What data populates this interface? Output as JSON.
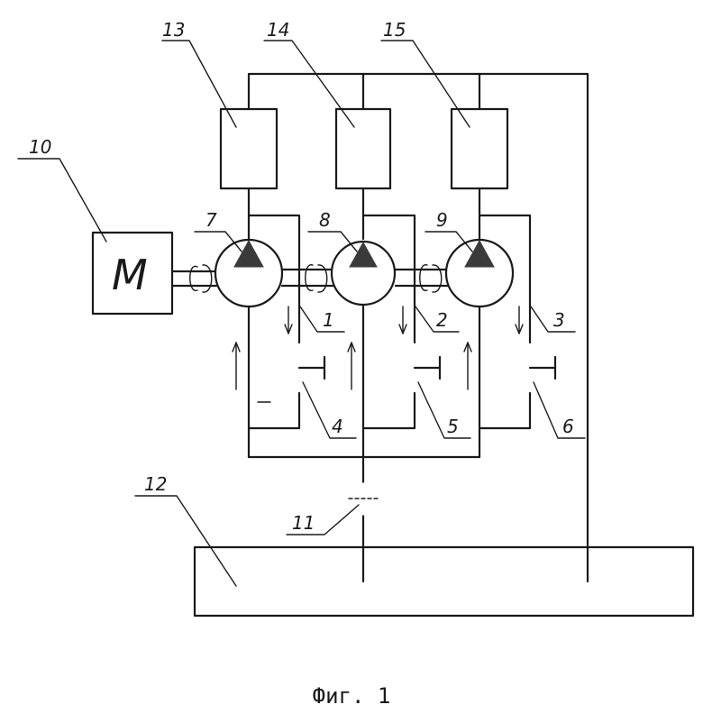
{
  "figure": {
    "caption": "Фиг. 1",
    "motor_symbol": "M",
    "labels": {
      "valve_branch_1": "1",
      "valve_branch_2": "2",
      "valve_branch_3": "3",
      "valve_4": "4",
      "valve_5": "5",
      "valve_6": "6",
      "pump_7": "7",
      "pump_8": "8",
      "pump_9": "9",
      "motor_10": "10",
      "filter_11": "11",
      "tank_12": "12",
      "consumer_13": "13",
      "consumer_14": "14",
      "consumer_15": "15"
    }
  }
}
